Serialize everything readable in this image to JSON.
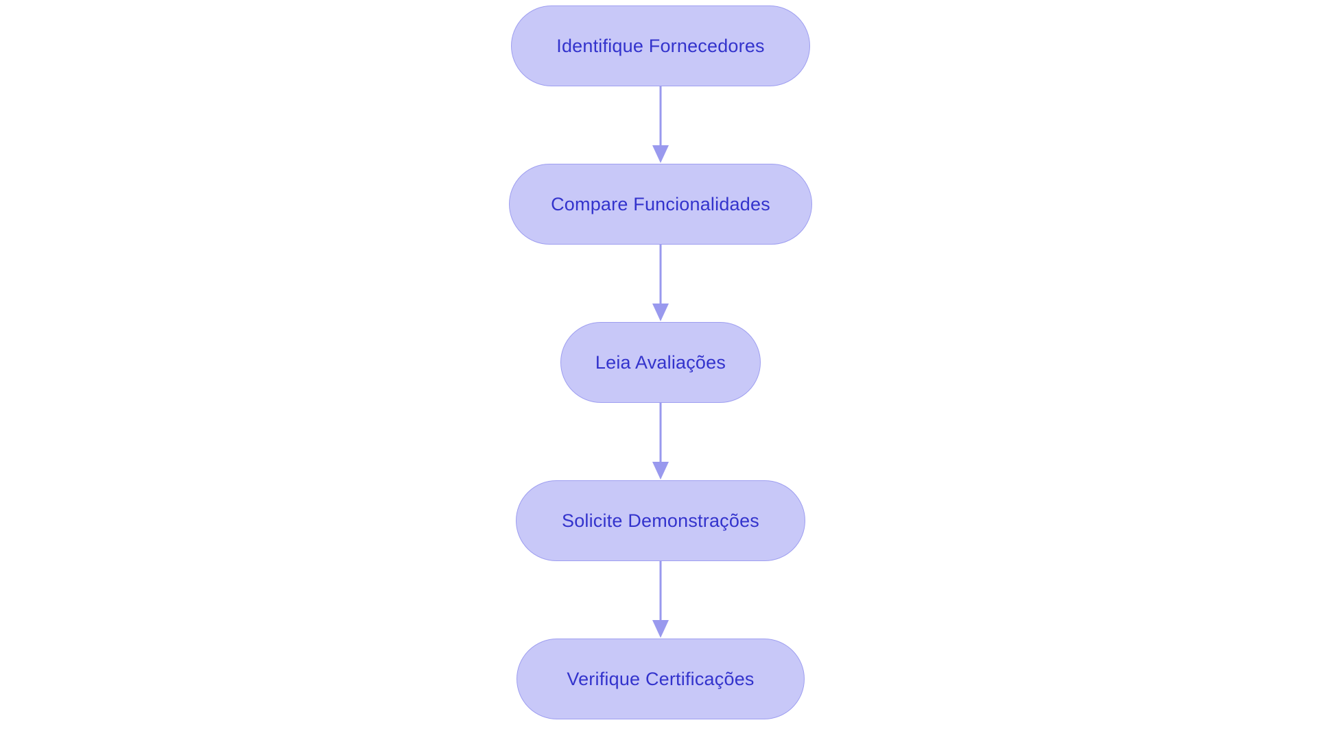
{
  "diagram": {
    "type": "flowchart",
    "orientation": "top-to-bottom",
    "background_color": "#ffffff",
    "node_fill_color": "#c8c8f8",
    "node_border_color": "#9e9ef0",
    "node_text_color": "#3333cc",
    "edge_color": "#9999ee",
    "node_shape": "stadium",
    "nodes": [
      {
        "id": "n1",
        "label": "Identifique Fornecedores"
      },
      {
        "id": "n2",
        "label": "Compare Funcionalidades"
      },
      {
        "id": "n3",
        "label": "Leia Avaliações"
      },
      {
        "id": "n4",
        "label": "Solicite Demonstrações"
      },
      {
        "id": "n5",
        "label": "Verifique Certificações"
      }
    ],
    "edges": [
      {
        "from": "n1",
        "to": "n2",
        "label": "",
        "arrow": "down-arrow-icon"
      },
      {
        "from": "n2",
        "to": "n3",
        "label": "",
        "arrow": "down-arrow-icon"
      },
      {
        "from": "n3",
        "to": "n4",
        "label": "",
        "arrow": "down-arrow-icon"
      },
      {
        "from": "n4",
        "to": "n5",
        "label": "",
        "arrow": "down-arrow-icon"
      }
    ]
  }
}
